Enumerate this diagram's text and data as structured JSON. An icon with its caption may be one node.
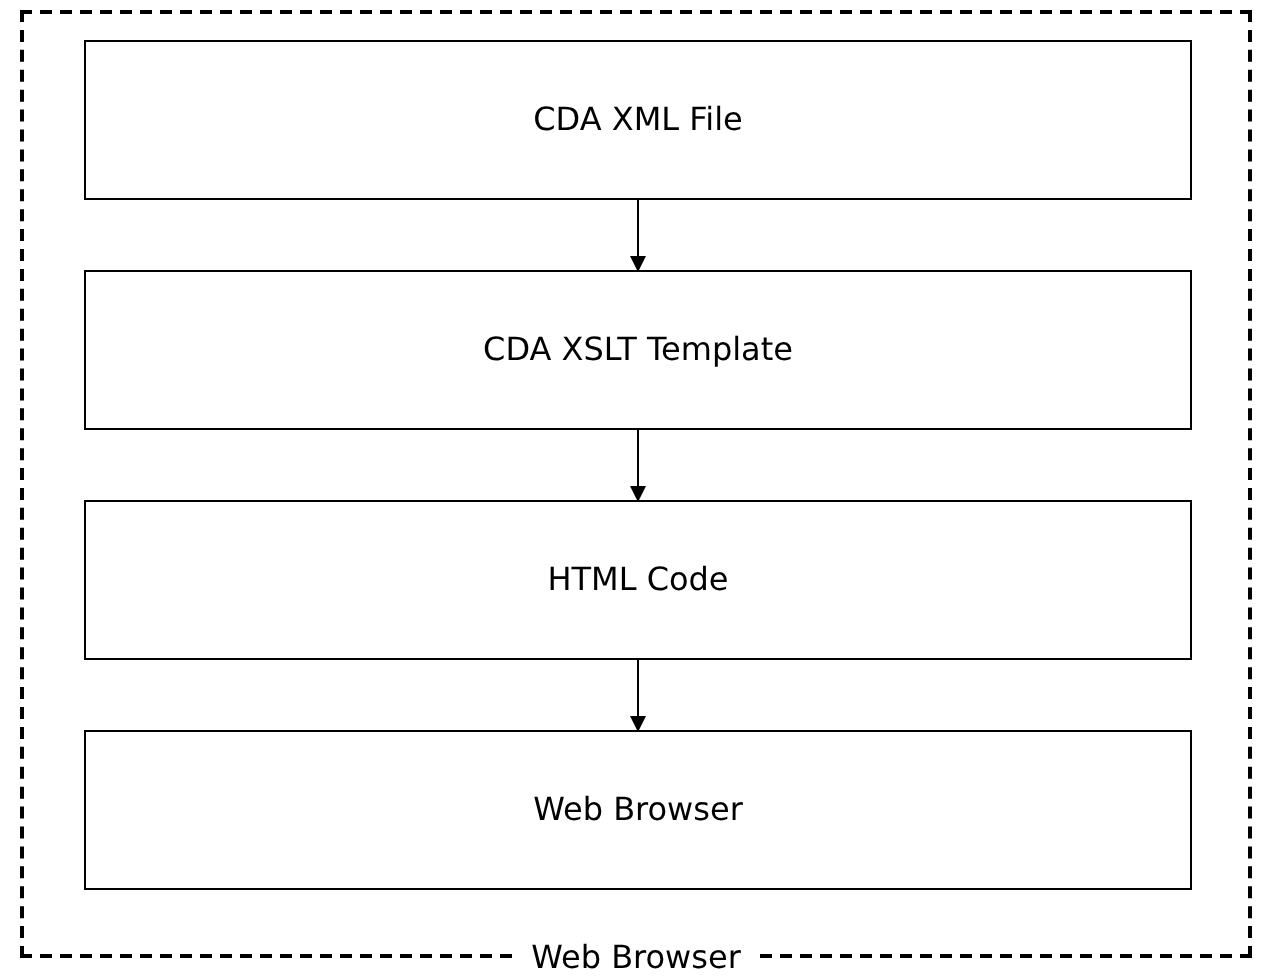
{
  "diagram": {
    "nodes": [
      {
        "text": [
          "Web Browser"
        ]
      },
      {
        "text": [
          "CDA XML File"
        ],
        "in": 0
      },
      {
        "text": [
          "CDA XSLT Template"
        ],
        "in": 0
      },
      {
        "text": [
          "HTML Code"
        ],
        "in": 0
      },
      {
        "text": [
          "Web Browser"
        ],
        "in": 0
      }
    ],
    "edges": [
      {
        "from": 1,
        "to": 2,
        "arrow": "to"
      },
      {
        "from": 2,
        "to": 3,
        "arrow": "to"
      },
      {
        "from": 3,
        "to": 4,
        "arrow": "to"
      }
    ]
  }
}
